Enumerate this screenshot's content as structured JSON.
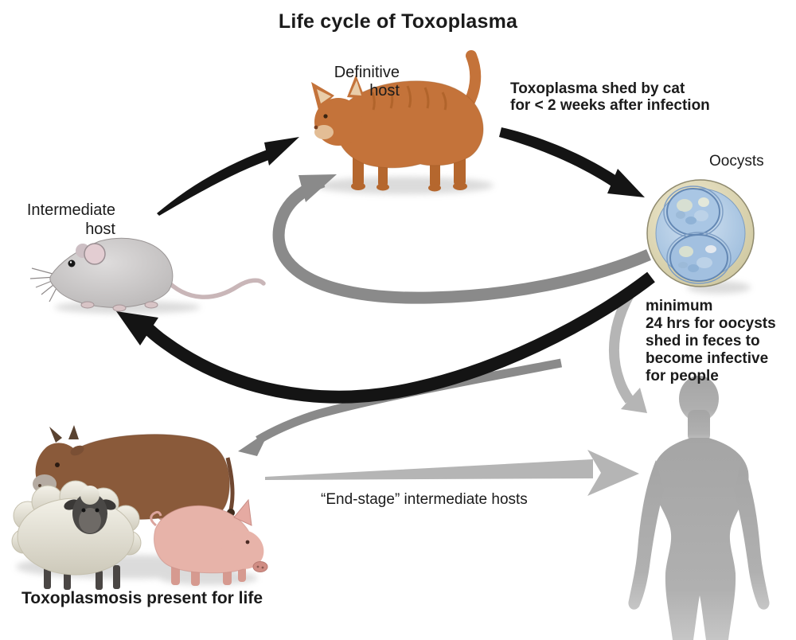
{
  "title": "Life cycle of Toxoplasma",
  "labels": {
    "definitive_host": "Definitive\nhost",
    "intermediate_host": "Intermediate\nhost",
    "oocysts": "Oocysts",
    "end_stage_hosts": "“End-stage” intermediate hosts",
    "toxoplasmosis_note": "Toxoplasmosis present for life"
  },
  "annotations": {
    "shedding_note": "Toxoplasma shed by cat\nfor < 2 weeks after infection",
    "infective_note": "minimum\n24 hrs for oocysts\nshed in feces to\nbecome infective\nfor people"
  },
  "illustrations": {
    "definitive_host_animal": "orange-cat",
    "intermediate_host_animal": "gray-mouse",
    "end_stage_animals": "cow-sheep-pig",
    "person": "human-silhouette",
    "oocyst_image": "oocyst-with-two-sporocysts"
  },
  "colors": {
    "arrow_black": "#141414",
    "arrow_gray": "#8a8a8a",
    "arrow_light_gray": "#b5b5b5",
    "human_gray": "#ababab",
    "cat_orange": "#c4733a",
    "mouse_gray": "#c9c6c6",
    "cow_brown": "#8a5a3a",
    "sheep_fleece": "#ece9dd",
    "pig_pink": "#e7b3a9",
    "oocyst_ring_tan": "#d9d2ab",
    "oocyst_blue": "#a3c1e0",
    "text": "#1b1b1b"
  }
}
